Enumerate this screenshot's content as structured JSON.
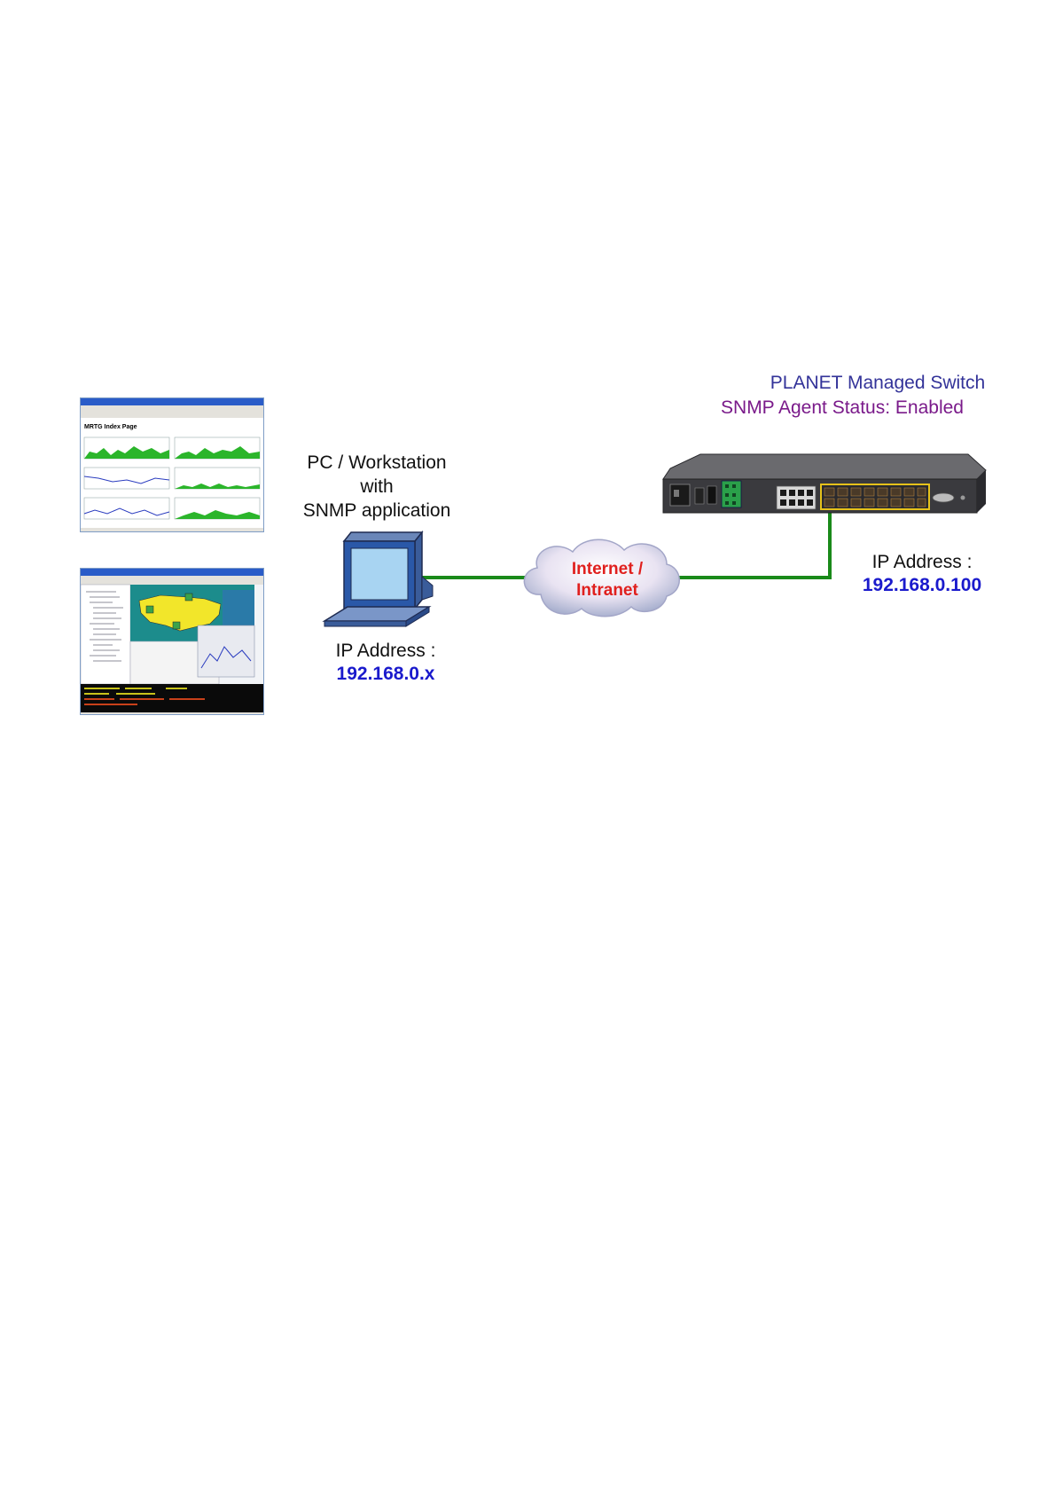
{
  "switch": {
    "title": "PLANET Managed Switch",
    "status": "SNMP Agent Status: Enabled",
    "ip_label": "IP Address :",
    "ip": "192.168.0.100"
  },
  "pc": {
    "line1": "PC / Workstation",
    "line2": "with",
    "line3": "SNMP application",
    "ip_label": "IP Address :",
    "ip": "192.168.0.x"
  },
  "cloud": {
    "line1": "Internet /",
    "line2": "Intranet"
  },
  "screenshot_mrtg": {
    "heading": "MRTG Index Page"
  },
  "colors": {
    "link": "#1a8a1a",
    "ip": "#1a1acc",
    "switch_title": "#333399",
    "switch_status": "#7a1a8a",
    "cloud_text": "#e0201e",
    "sfp_frame": "#e6c21a"
  }
}
